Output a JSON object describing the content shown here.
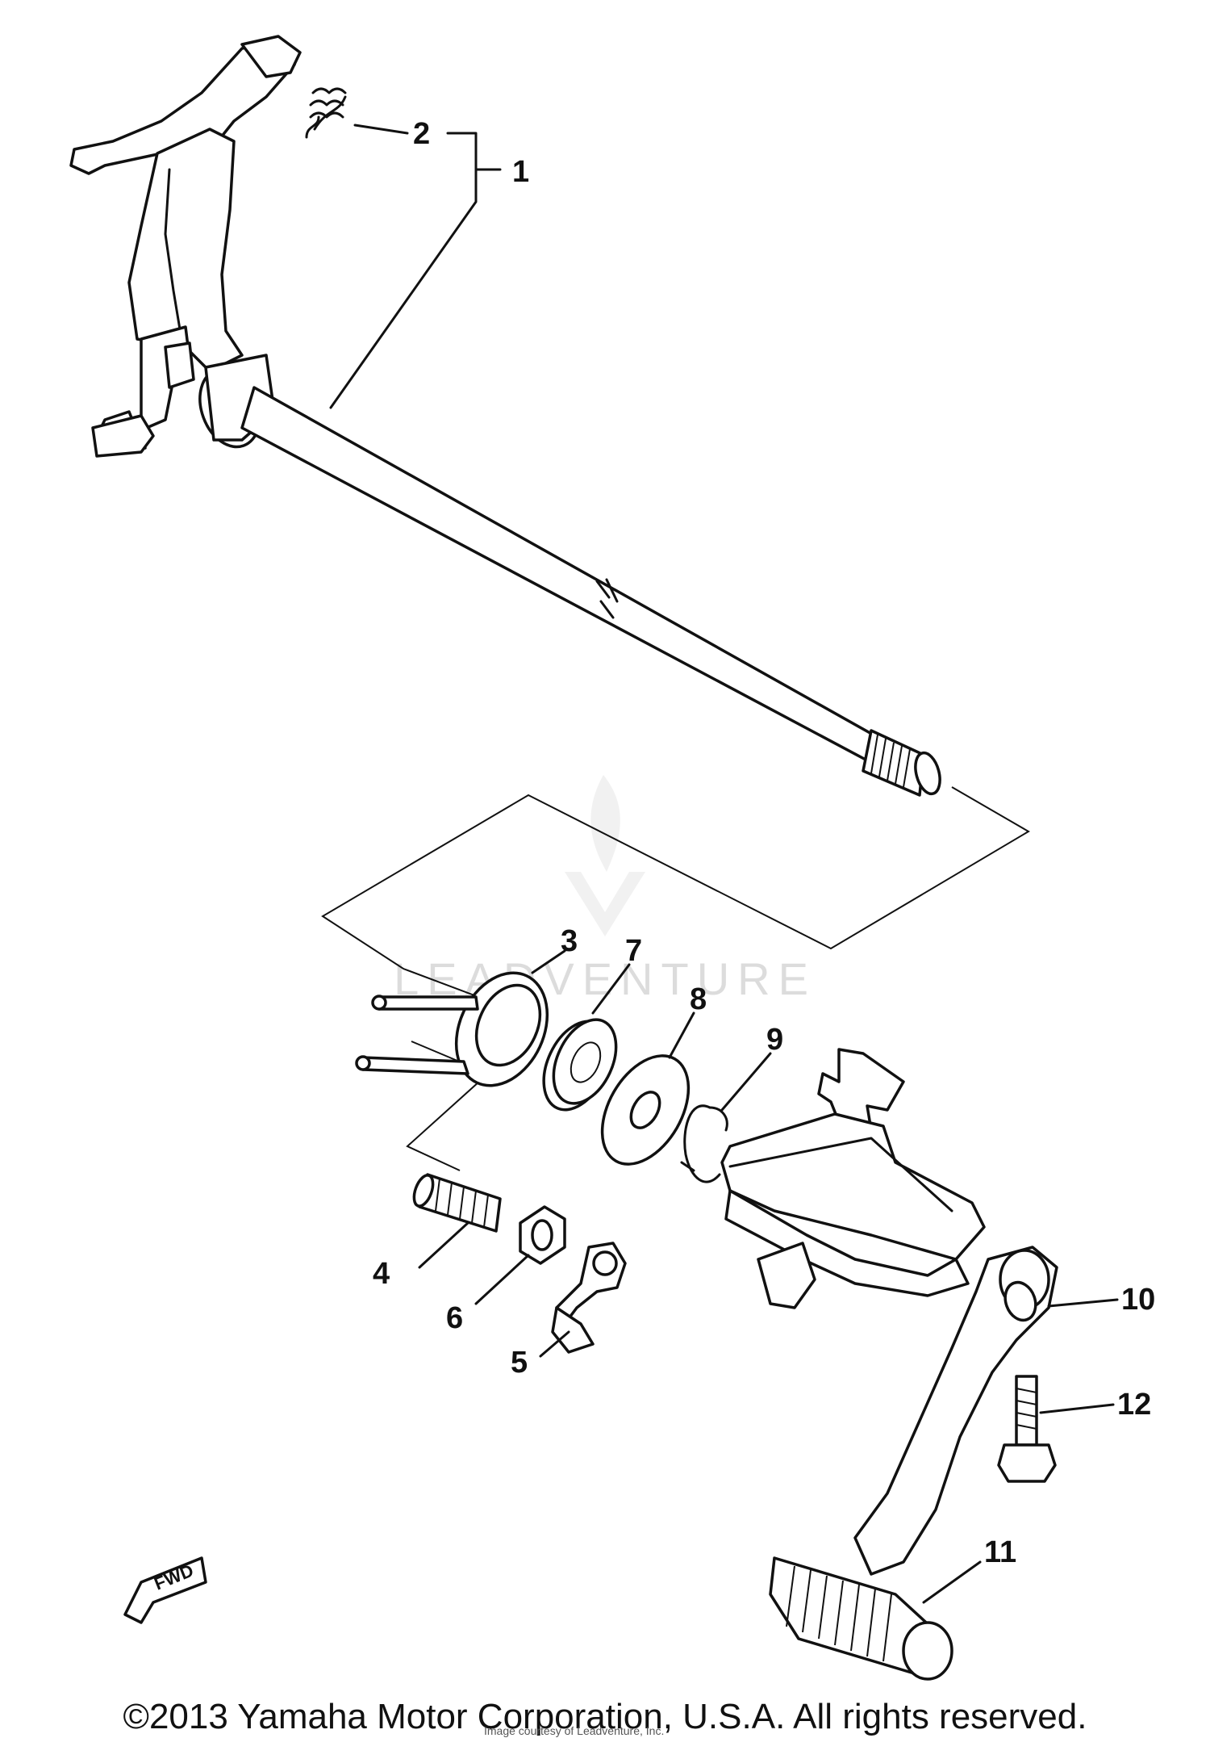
{
  "watermark": {
    "text": "LEADVENTURE"
  },
  "fwd_label": "FWD",
  "callouts": [
    {
      "id": "1",
      "label": "1"
    },
    {
      "id": "2",
      "label": "2"
    },
    {
      "id": "3",
      "label": "3"
    },
    {
      "id": "4",
      "label": "4"
    },
    {
      "id": "5",
      "label": "5"
    },
    {
      "id": "6",
      "label": "6"
    },
    {
      "id": "7",
      "label": "7"
    },
    {
      "id": "8",
      "label": "8"
    },
    {
      "id": "9",
      "label": "9"
    },
    {
      "id": "10",
      "label": "10"
    },
    {
      "id": "11",
      "label": "11"
    },
    {
      "id": "12",
      "label": "12"
    }
  ],
  "footer": {
    "copyright": "©2013 Yamaha Motor Corporation, U.S.A. All rights reserved.",
    "courtesy": "Image courtesy of Leadventure, Inc."
  }
}
